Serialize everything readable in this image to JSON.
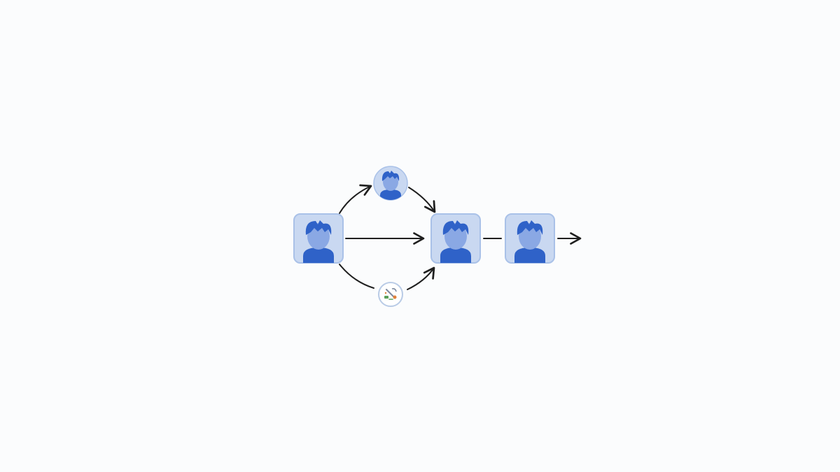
{
  "diagram": {
    "colors": {
      "background": "#fbfcfd",
      "tile_fill": "#c9d8f1",
      "tile_border": "#a9c1e8",
      "figure_dark": "#2f62c8",
      "face_fill": "#8aa8e4",
      "arrow": "#1f1f1f",
      "small_node_border": "#b9cbe6",
      "tool_green": "#5aa05a",
      "tool_orange": "#e0813a",
      "tool_gray": "#7d8aa0"
    },
    "nodes": [
      {
        "id": "source-person",
        "icon": "person-icon",
        "shape": "rounded-square"
      },
      {
        "id": "helper-person",
        "icon": "person-icon",
        "shape": "circle"
      },
      {
        "id": "tool-node",
        "icon": "tools-icon",
        "shape": "circle"
      },
      {
        "id": "merge-person",
        "icon": "person-icon",
        "shape": "rounded-square"
      },
      {
        "id": "output-person",
        "icon": "person-icon",
        "shape": "rounded-square"
      }
    ],
    "edges": [
      {
        "from": "source-person",
        "to": "helper-person",
        "style": "curved-arrow"
      },
      {
        "from": "helper-person",
        "to": "merge-person",
        "style": "curved-arrow"
      },
      {
        "from": "source-person",
        "to": "merge-person",
        "style": "straight-arrow"
      },
      {
        "from": "source-person",
        "to": "tool-node",
        "style": "curved-line"
      },
      {
        "from": "tool-node",
        "to": "merge-person",
        "style": "curved-arrow"
      },
      {
        "from": "merge-person",
        "to": "output-person",
        "style": "straight-line"
      },
      {
        "from": "output-person",
        "to": "outside",
        "style": "straight-arrow"
      }
    ]
  }
}
